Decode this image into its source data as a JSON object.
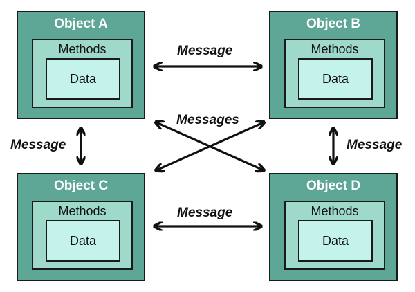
{
  "objects": {
    "a": {
      "title": "Object A",
      "methods": "Methods",
      "data": "Data"
    },
    "b": {
      "title": "Object B",
      "methods": "Methods",
      "data": "Data"
    },
    "c": {
      "title": "Object C",
      "methods": "Methods",
      "data": "Data"
    },
    "d": {
      "title": "Object D",
      "methods": "Methods",
      "data": "Data"
    }
  },
  "messages": {
    "top": "Message",
    "center": "Messages",
    "left": "Message",
    "right": "Message",
    "bottom": "Message"
  },
  "colors": {
    "object_fill": "#5ea796",
    "methods_fill": "#9ed9ca",
    "data_fill": "#c4f3ec",
    "border": "#1a1a1a"
  }
}
